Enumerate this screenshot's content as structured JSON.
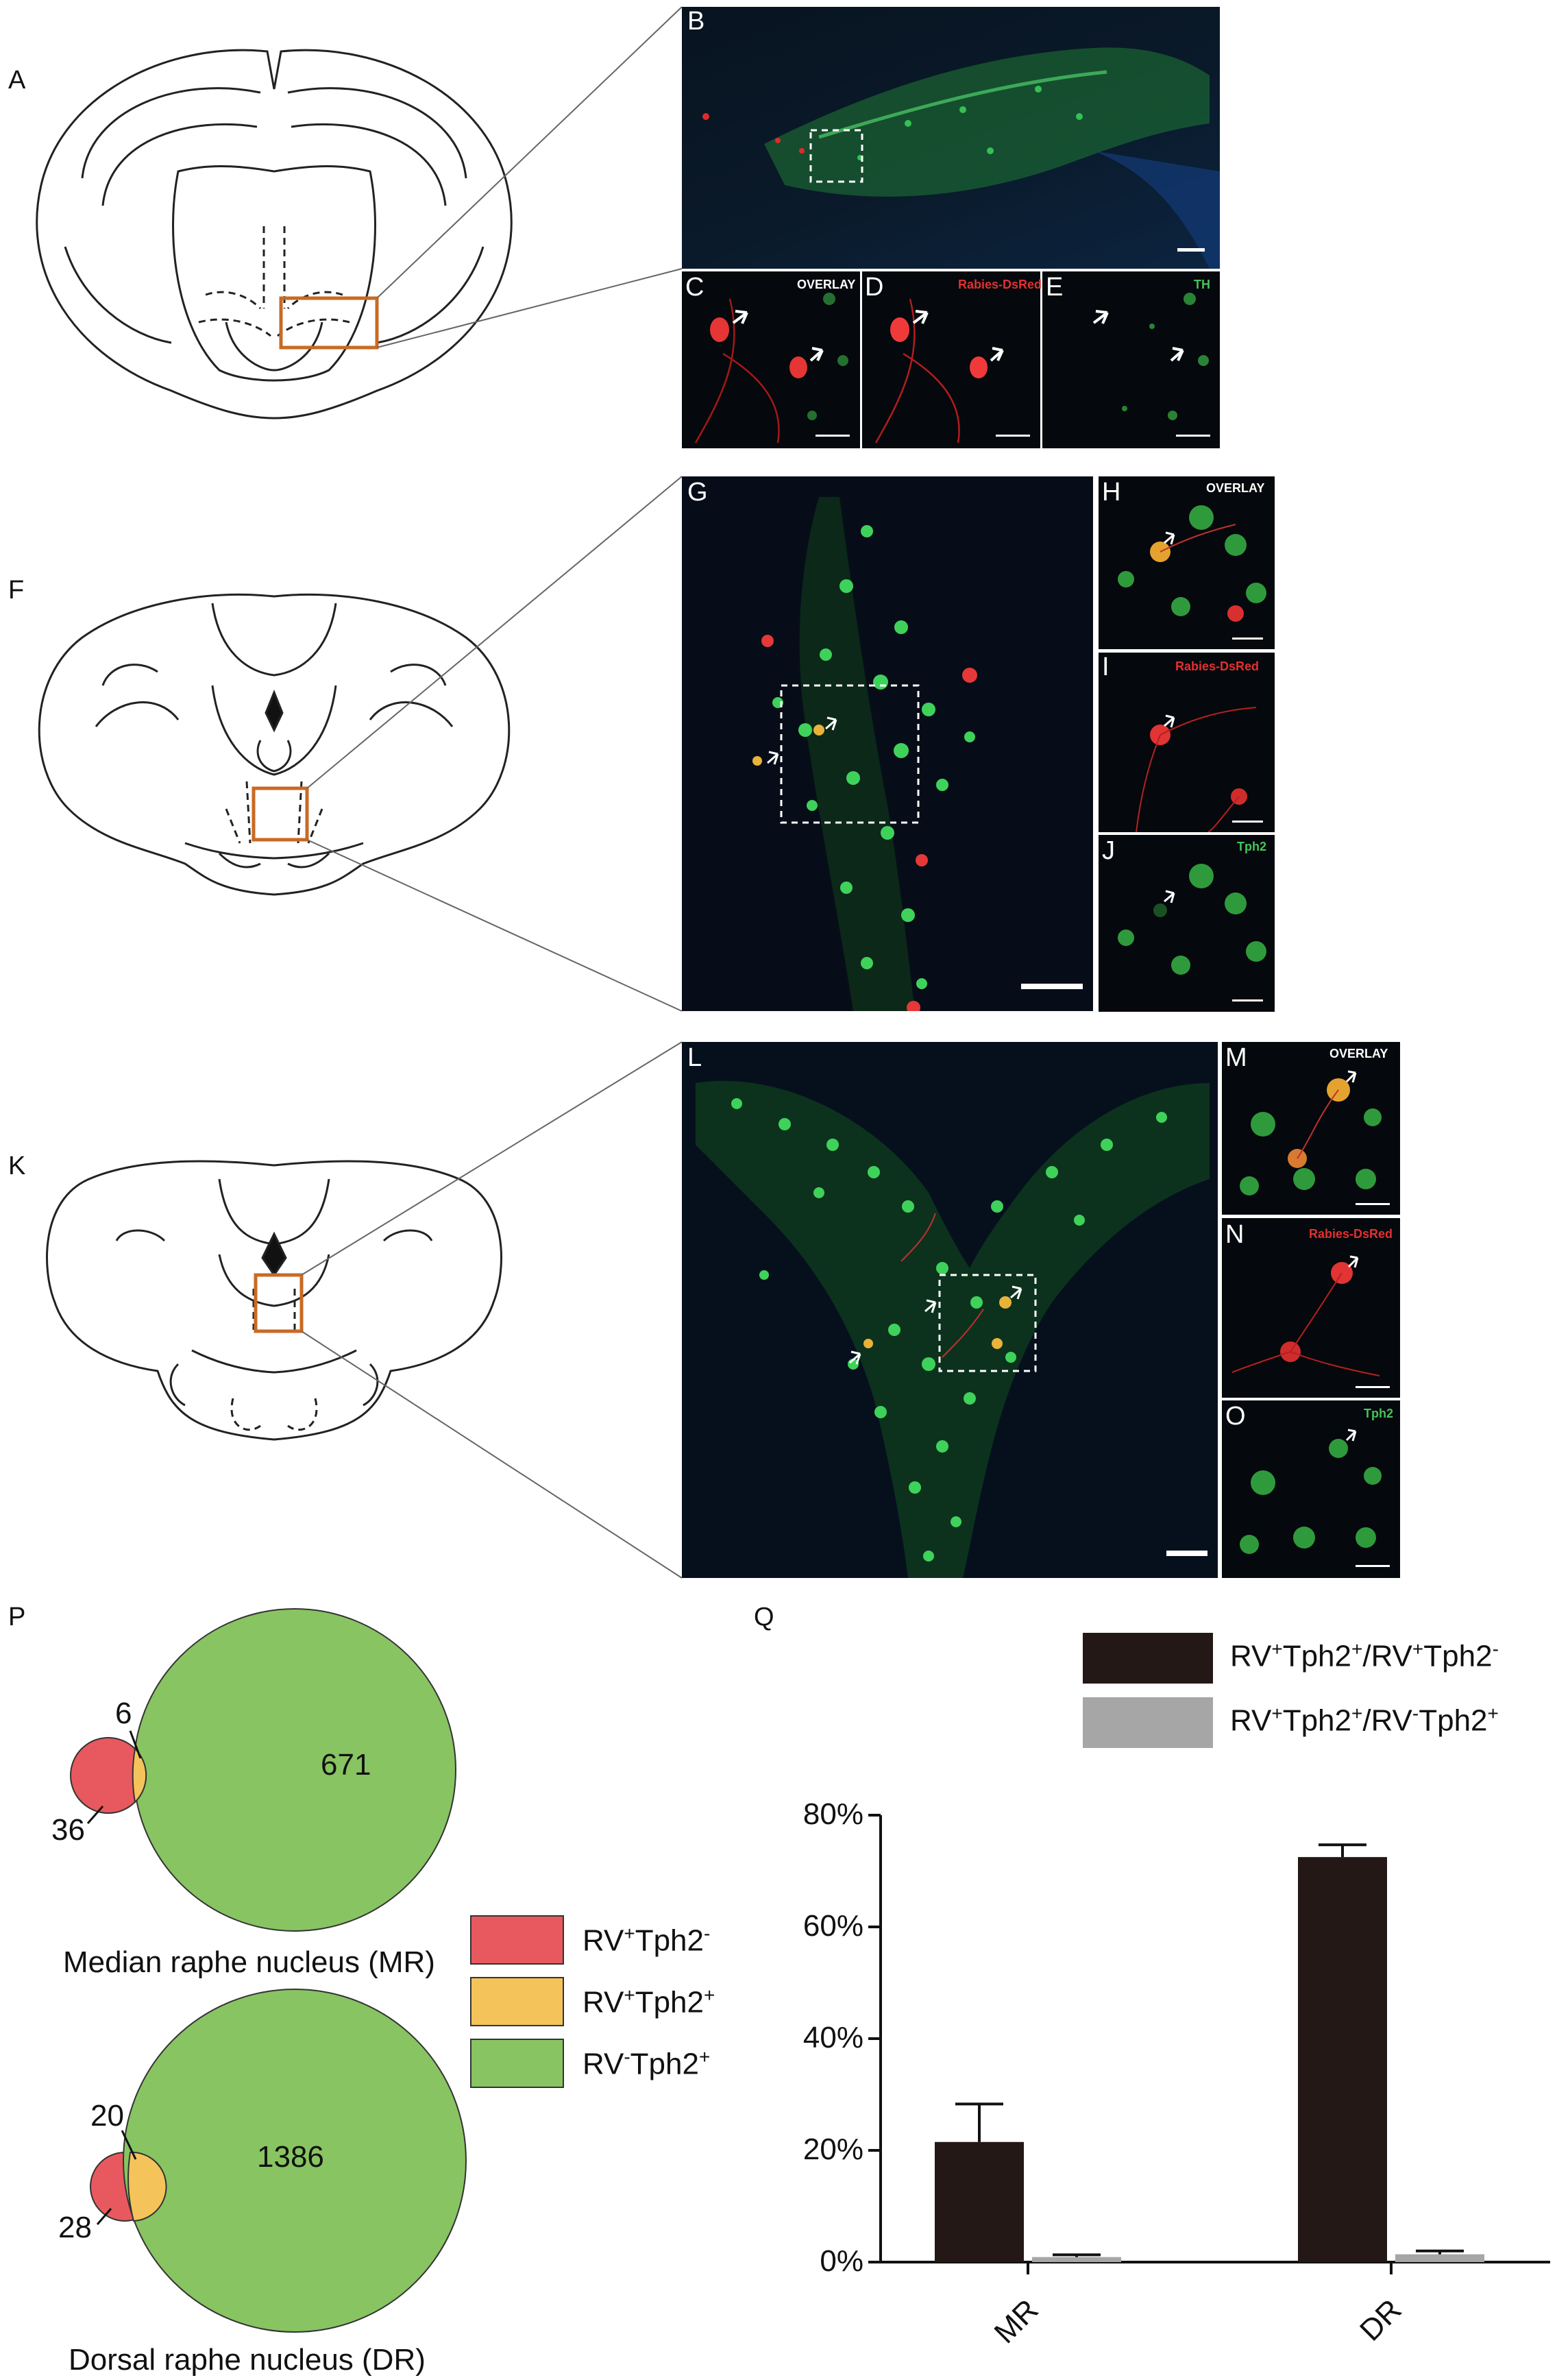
{
  "panel_letters": {
    "A": "A",
    "B": "B",
    "C": "C",
    "D": "D",
    "E": "E",
    "F": "F",
    "G": "G",
    "H": "H",
    "I": "I",
    "J": "J",
    "K": "K",
    "L": "L",
    "M": "M",
    "N": "N",
    "O": "O",
    "P": "P",
    "Q": "Q"
  },
  "micro_tags": {
    "C": "OVERLAY",
    "D": "Rabies-DsRed",
    "E": "TH",
    "H": "OVERLAY",
    "I": "Rabies-DsRed",
    "J": "Tph2",
    "M": "OVERLAY",
    "N": "Rabies-DsRed",
    "O": "Tph2"
  },
  "colors": {
    "red": "#e8595f",
    "yellow": "#f4c45a",
    "green": "#88c462",
    "dark": "#231815",
    "gray": "#a6a6a6",
    "box": "#c86a24"
  },
  "venn": {
    "mr": {
      "title": "Median raphe nucleus (MR)",
      "rv_pos_tph2_neg": "36",
      "overlap": "6",
      "rv_neg_tph2_pos": "671"
    },
    "dr": {
      "title": "Dorsal raphe nucleus (DR)",
      "rv_pos_tph2_neg": "28",
      "overlap": "20",
      "rv_neg_tph2_pos": "1386"
    }
  },
  "venn_legend": [
    {
      "base": "RV",
      "sup1": "+",
      "mid": "Tph2",
      "sup2": "-",
      "color": "#e8595f"
    },
    {
      "base": "RV",
      "sup1": "+",
      "mid": "Tph2",
      "sup2": "+",
      "color": "#f4c45a"
    },
    {
      "base": "RV",
      "sup1": "-",
      "mid": "Tph2",
      "sup2": "+",
      "color": "#88c462"
    }
  ],
  "chart_data": {
    "type": "bar",
    "categories": [
      "MR",
      "DR"
    ],
    "series": [
      {
        "name": "RV+Tph2+/RV+Tph2-",
        "values": [
          21.5,
          72.5
        ],
        "errors": [
          6.8,
          2.2
        ],
        "color": "#231815"
      },
      {
        "name": "RV+Tph2+/RV-Tph2+",
        "values": [
          0.9,
          1.4
        ],
        "errors": [
          0.4,
          0.6
        ],
        "color": "#a6a6a6"
      }
    ],
    "ylim": [
      0,
      80
    ],
    "yticks": [
      "0%",
      "20%",
      "40%",
      "60%",
      "80%"
    ],
    "ytick_values": [
      0,
      20,
      40,
      60,
      80
    ],
    "legend": [
      {
        "base": "RV",
        "sup1": "+",
        "mid": "Tph2",
        "sup2": "+",
        "slash": "/",
        "base2": "RV",
        "sup3": "+",
        "mid2": "Tph2",
        "sup4": "-"
      },
      {
        "base": "RV",
        "sup1": "+",
        "mid": "Tph2",
        "sup2": "+",
        "slash": "/",
        "base2": "RV",
        "sup3": "-",
        "mid2": "Tph2",
        "sup4": "+"
      }
    ]
  }
}
